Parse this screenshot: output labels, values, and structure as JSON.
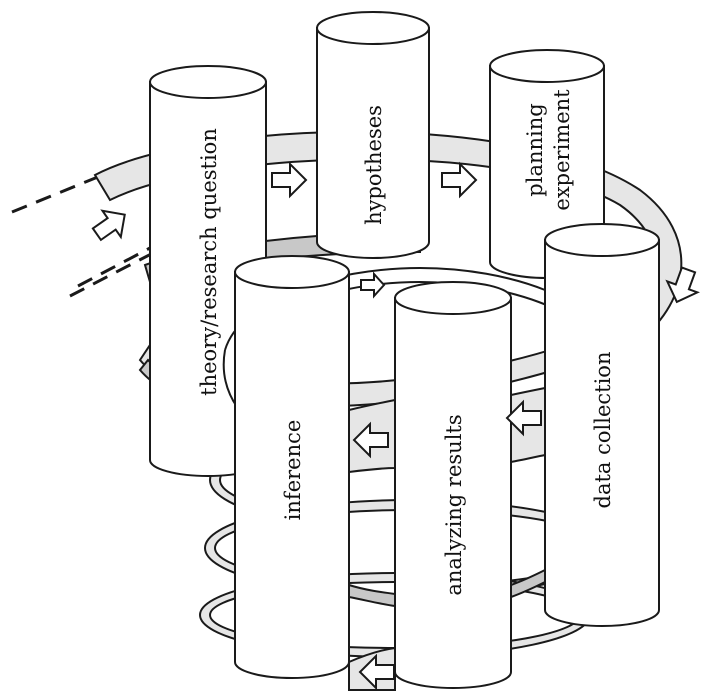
{
  "diagram": {
    "stages": [
      {
        "id": "theory",
        "lines": [
          "theory/research question"
        ]
      },
      {
        "id": "hypotheses",
        "lines": [
          "hypotheses"
        ]
      },
      {
        "id": "planning",
        "lines": [
          "planning",
          "experiment"
        ]
      },
      {
        "id": "data-collection",
        "lines": [
          "data collection"
        ]
      },
      {
        "id": "analyzing",
        "lines": [
          "analyzing results"
        ]
      },
      {
        "id": "inference",
        "lines": [
          "inference"
        ]
      }
    ],
    "colors": {
      "band": "#e6e6e6",
      "band_inner": "#c8c8c8",
      "stroke": "#1a1a1a",
      "cylinder": "#ffffff"
    }
  }
}
